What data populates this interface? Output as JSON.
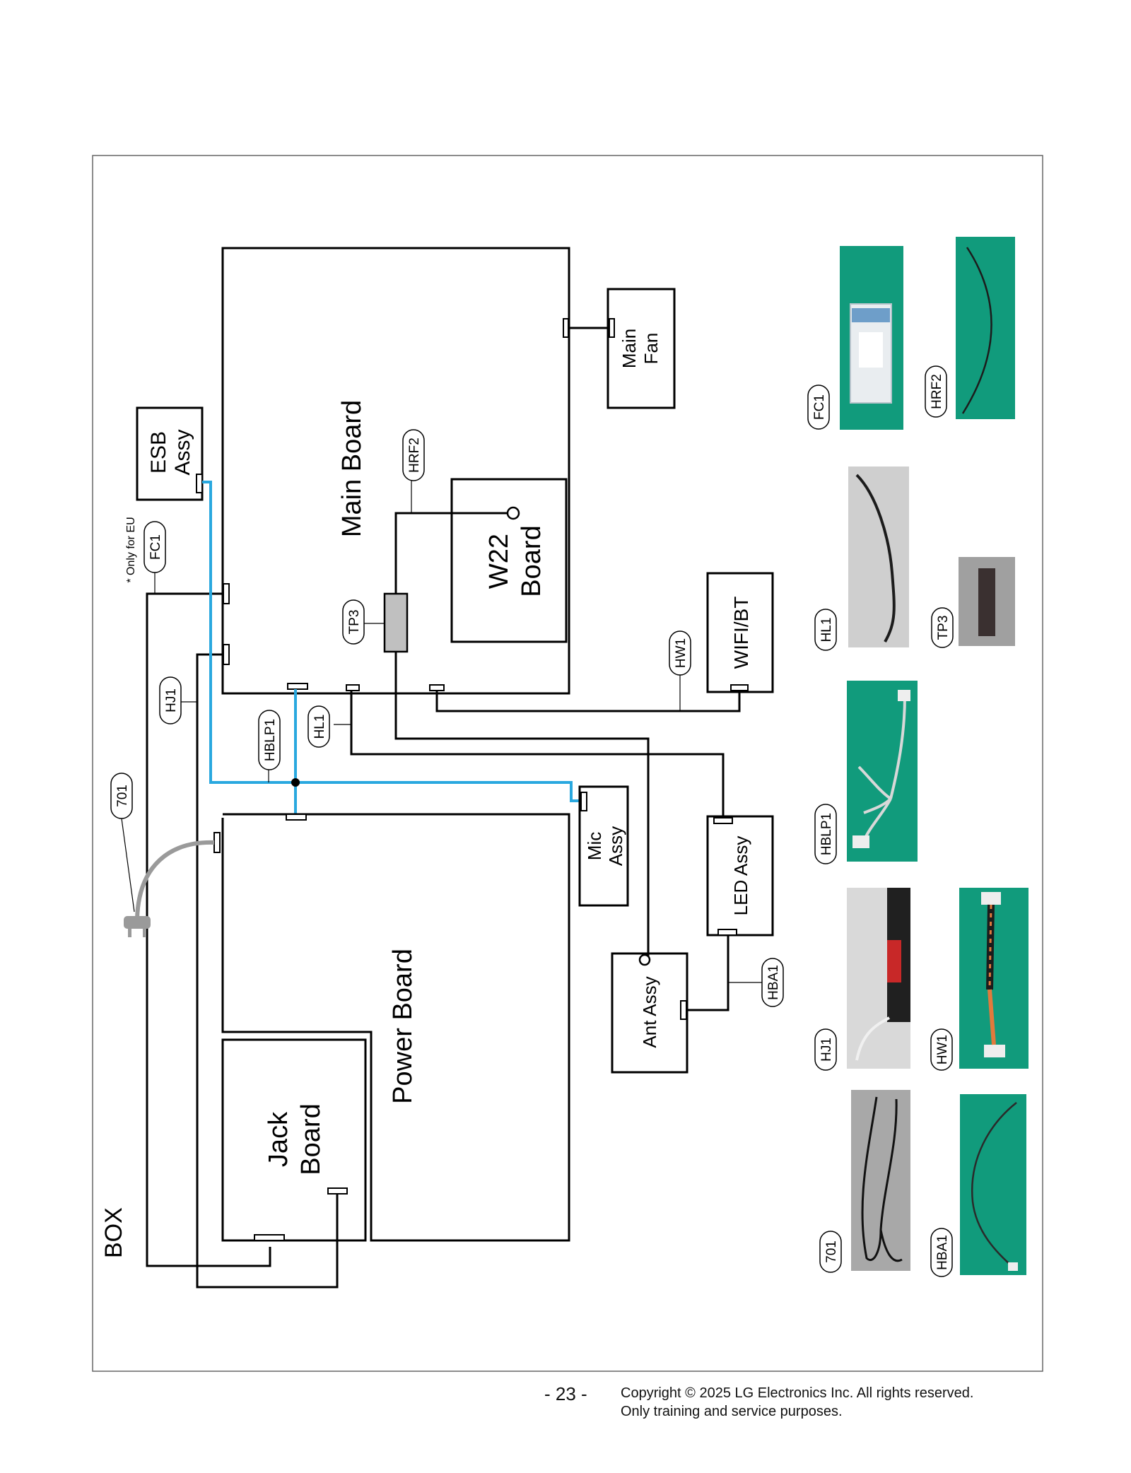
{
  "box_label": "BOX",
  "boards": {
    "main": "Main Board",
    "main_fan": [
      "Main",
      "Fan"
    ],
    "esb": [
      "ESB",
      "Assy"
    ],
    "w22": [
      "W22",
      "Board"
    ],
    "wifi": "WIFI/BT",
    "mic": [
      "Mic",
      "Assy"
    ],
    "led": "LED Assy",
    "ant": "Ant Assy",
    "power": "Power Board",
    "jack": [
      "Jack",
      "Board"
    ]
  },
  "eu_note": "* Only for EU",
  "cable_labels": [
    "FC1",
    "HRF2",
    "TP3",
    "HW1",
    "HJ1",
    "HBLP1",
    "HL1",
    "701",
    "HBA1"
  ],
  "photo_labels": [
    "FC1",
    "HRF2",
    "HL1",
    "TP3",
    "HBLP1",
    "HJ1",
    "HW1",
    "701",
    "HBA1"
  ],
  "colors": {
    "line": "#000000",
    "highlight_cable": "#29a8df",
    "power_cord": "#9a9a9a",
    "tp3_fill": "#c0c0c0",
    "photo_green": "#119b7c",
    "photo_gray": "#c9c9c9"
  },
  "footer": {
    "page_number": "- 23 -",
    "copyright": "Copyright © 2025 LG Electronics Inc. All rights reserved.",
    "purpose": "Only training and service purposes."
  }
}
